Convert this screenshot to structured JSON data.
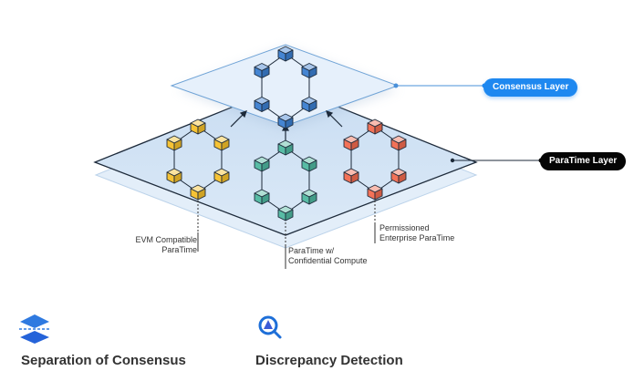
{
  "layers": {
    "consensus_label": "Consensus Layer",
    "paratime_label": "ParaTime Layer"
  },
  "paratimes": [
    {
      "name": "EVM Compatible ParaTime",
      "lines": [
        "EVM Compatible",
        "ParaTime"
      ],
      "color": "#f5c02a"
    },
    {
      "name": "ParaTime w/ Confidential Compute",
      "lines": [
        "ParaTime w/",
        "Confidential Compute"
      ],
      "color": "#4fb8a0"
    },
    {
      "name": "Permissioned Enterprise ParaTime",
      "lines": [
        "Permissioned",
        "Enterprise ParaTime"
      ],
      "color": "#f26b4f"
    }
  ],
  "consensus_color": "#3b7fd0",
  "features": [
    {
      "icon": "layers-separation-icon",
      "title": "Separation of Consensus"
    },
    {
      "icon": "magnifier-warning-icon",
      "title": "Discrepancy Detection"
    }
  ]
}
